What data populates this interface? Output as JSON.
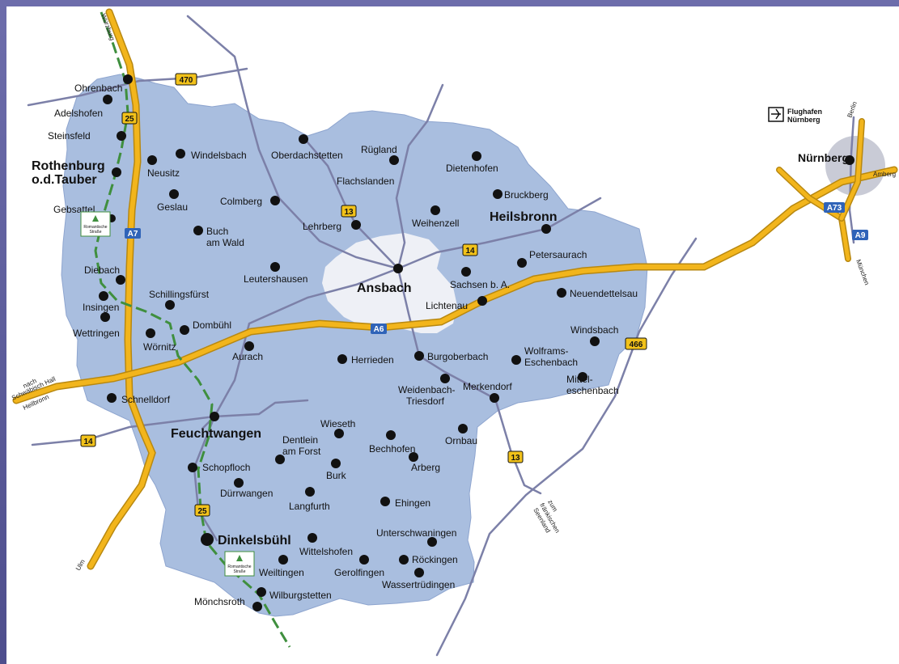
{
  "map": {
    "places": [
      {
        "name": "Ohrenbach",
        "cls": "place"
      },
      {
        "name": "Adelshofen",
        "cls": "place"
      },
      {
        "name": "Steinsfeld",
        "cls": "place"
      },
      {
        "name": "Rothenburg",
        "cls": "big"
      },
      {
        "name": "o.d.Tauber",
        "cls": "big"
      },
      {
        "name": "Gebsattel",
        "cls": "place"
      },
      {
        "name": "Diebach",
        "cls": "place"
      },
      {
        "name": "Insingen",
        "cls": "place"
      },
      {
        "name": "Wettringen",
        "cls": "place"
      },
      {
        "name": "Schnelldorf",
        "cls": "place"
      },
      {
        "name": "Windelsbach",
        "cls": "place"
      },
      {
        "name": "Neusitz",
        "cls": "place"
      },
      {
        "name": "Geslau",
        "cls": "place"
      },
      {
        "name": "Buch",
        "cls": "place"
      },
      {
        "name": "am Wald",
        "cls": "place"
      },
      {
        "name": "Colmberg",
        "cls": "place"
      },
      {
        "name": "Oberdachstetten",
        "cls": "place"
      },
      {
        "name": "Rügland",
        "cls": "place"
      },
      {
        "name": "Flachslanden",
        "cls": "place"
      },
      {
        "name": "Dietenhofen",
        "cls": "place"
      },
      {
        "name": "Bruckberg",
        "cls": "place"
      },
      {
        "name": "Heilsbronn",
        "cls": "big"
      },
      {
        "name": "Weihenzell",
        "cls": "place"
      },
      {
        "name": "Lehrberg",
        "cls": "place"
      },
      {
        "name": "Leutershausen",
        "cls": "place"
      },
      {
        "name": "Schillingsfürst",
        "cls": "place"
      },
      {
        "name": "Dombühl",
        "cls": "place"
      },
      {
        "name": "Wörnitz",
        "cls": "place"
      },
      {
        "name": "Aurach",
        "cls": "place"
      },
      {
        "name": "Ansbach",
        "cls": "big"
      },
      {
        "name": "Petersaurach",
        "cls": "place"
      },
      {
        "name": "Sachsen b. A.",
        "cls": "place"
      },
      {
        "name": "Lichtenau",
        "cls": "place"
      },
      {
        "name": "Neuendettelsau",
        "cls": "place"
      },
      {
        "name": "Windsbach",
        "cls": "place"
      },
      {
        "name": "Herrieden",
        "cls": "place"
      },
      {
        "name": "Burgoberbach",
        "cls": "place"
      },
      {
        "name": "Wolframs-",
        "cls": "place"
      },
      {
        "name": "Eschenbach",
        "cls": "place"
      },
      {
        "name": "Weidenbach-",
        "cls": "place"
      },
      {
        "name": "Triesdorf",
        "cls": "place"
      },
      {
        "name": "Merkendorf",
        "cls": "place"
      },
      {
        "name": "Mittel-",
        "cls": "place"
      },
      {
        "name": "eschenbach",
        "cls": "place"
      },
      {
        "name": "Feuchtwangen",
        "cls": "big"
      },
      {
        "name": "Dentlein",
        "cls": "place"
      },
      {
        "name": "am Forst",
        "cls": "place"
      },
      {
        "name": "Wieseth",
        "cls": "place"
      },
      {
        "name": "Bechhofen",
        "cls": "place"
      },
      {
        "name": "Ornbau",
        "cls": "place"
      },
      {
        "name": "Arberg",
        "cls": "place"
      },
      {
        "name": "Schopfloch",
        "cls": "place"
      },
      {
        "name": "Dürrwangen",
        "cls": "place"
      },
      {
        "name": "Burk",
        "cls": "place"
      },
      {
        "name": "Langfurth",
        "cls": "place"
      },
      {
        "name": "Ehingen",
        "cls": "place"
      },
      {
        "name": "Dinkelsbühl",
        "cls": "big"
      },
      {
        "name": "Wittelshofen",
        "cls": "place"
      },
      {
        "name": "Unterschwaningen",
        "cls": "place"
      },
      {
        "name": "Weiltingen",
        "cls": "place"
      },
      {
        "name": "Gerolfingen",
        "cls": "place"
      },
      {
        "name": "Röckingen",
        "cls": "place"
      },
      {
        "name": "Wassertrüdingen",
        "cls": "place"
      },
      {
        "name": "Wilburgstetten",
        "cls": "place"
      },
      {
        "name": "Mönchsroth",
        "cls": "place"
      },
      {
        "name": "Nürnberg",
        "cls": "town"
      }
    ],
    "road_labels": {
      "wuerzburg": "Würzburg",
      "ulm": "Ulm",
      "nach_sh_1": "nach",
      "nach_sh_2": "Schwäbisch Hall",
      "nach_sh_3": "Heilbronn",
      "zum_1": "zum",
      "zum_2": "fränkischen",
      "zum_3": "Seenland",
      "berlin": "Berlin",
      "amberg": "Amberg",
      "muenchen": "München"
    },
    "shields": {
      "b470": "470",
      "b25a": "25",
      "b25b": "25",
      "b13a": "13",
      "b13b": "13",
      "b14a": "14",
      "b14b": "14",
      "b466": "466",
      "a7": "A7",
      "a6": "A6",
      "a73": "A73",
      "a9": "A9"
    },
    "airport": {
      "line1": "Flughafen",
      "line2": "Nürnberg"
    },
    "romantic": {
      "line1": "Romantische",
      "line2": "Straße"
    },
    "colors": {
      "region": "#a9bedf",
      "city": "#eef0f6",
      "road": "#7c80a8",
      "motorway": "#f2b51c",
      "scenic_route": "#3f8f3e",
      "frame": "#5a5a9a"
    }
  }
}
